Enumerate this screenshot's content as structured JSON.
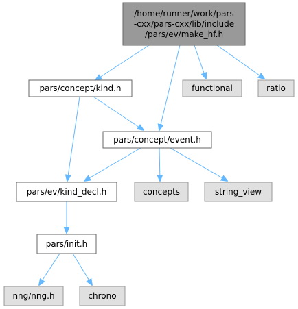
{
  "colors": {
    "root_fill": "#999999",
    "node_fill": "#ffffff",
    "external_fill": "#e0e0e0",
    "node_stroke": "#666666",
    "external_stroke": "#999999",
    "edge": "#63b8ff"
  },
  "nodes": [
    {
      "id": "make_hf",
      "lines": [
        "/home/runner/work/pars",
        "-cxx/pars-cxx/lib/include",
        "/pars/ev/make_hf.h"
      ],
      "kind": "root"
    },
    {
      "id": "kind",
      "lines": [
        "pars/concept/kind.h"
      ],
      "kind": "file"
    },
    {
      "id": "functional",
      "lines": [
        "functional"
      ],
      "kind": "external"
    },
    {
      "id": "ratio",
      "lines": [
        "ratio"
      ],
      "kind": "external"
    },
    {
      "id": "event",
      "lines": [
        "pars/concept/event.h"
      ],
      "kind": "file"
    },
    {
      "id": "kind_decl",
      "lines": [
        "pars/ev/kind_decl.h"
      ],
      "kind": "file"
    },
    {
      "id": "concepts",
      "lines": [
        "concepts"
      ],
      "kind": "external"
    },
    {
      "id": "string_view",
      "lines": [
        "string_view"
      ],
      "kind": "external"
    },
    {
      "id": "init",
      "lines": [
        "pars/init.h"
      ],
      "kind": "file"
    },
    {
      "id": "nng",
      "lines": [
        "nng/nng.h"
      ],
      "kind": "external"
    },
    {
      "id": "chrono",
      "lines": [
        "chrono"
      ],
      "kind": "external"
    }
  ],
  "edges": [
    {
      "from": "make_hf",
      "to": "kind"
    },
    {
      "from": "make_hf",
      "to": "event"
    },
    {
      "from": "make_hf",
      "to": "functional"
    },
    {
      "from": "make_hf",
      "to": "ratio"
    },
    {
      "from": "kind",
      "to": "event"
    },
    {
      "from": "kind",
      "to": "kind_decl"
    },
    {
      "from": "event",
      "to": "kind_decl"
    },
    {
      "from": "event",
      "to": "concepts"
    },
    {
      "from": "event",
      "to": "string_view"
    },
    {
      "from": "kind_decl",
      "to": "init"
    },
    {
      "from": "init",
      "to": "nng"
    },
    {
      "from": "init",
      "to": "chrono"
    }
  ]
}
